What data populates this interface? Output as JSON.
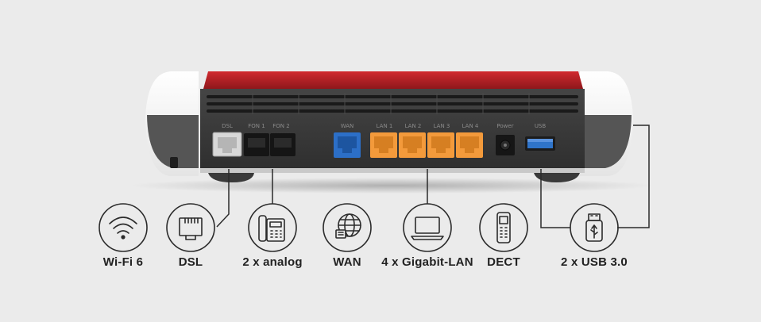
{
  "colors": {
    "background": "#ebebeb",
    "router_red": "#b51f24",
    "router_dark": "#3c3c3c",
    "router_white": "#f7f7f7",
    "wan_port": "#2c6fc7",
    "lan_port": "#f39a3b",
    "usb_port": "#2f74c9",
    "icon_stroke": "#2b2b2b",
    "label_text": "#222222"
  },
  "ports": {
    "dsl": "DSL",
    "fon1": "FON 1",
    "fon2": "FON 2",
    "wan": "WAN",
    "lan1": "LAN 1",
    "lan2": "LAN 2",
    "lan3": "LAN 3",
    "lan4": "LAN 4",
    "power": "Power",
    "usb": "USB"
  },
  "features": [
    {
      "icon": "wifi-icon",
      "label": "Wi-Fi 6"
    },
    {
      "icon": "ethernet-port-icon",
      "label": "DSL"
    },
    {
      "icon": "desk-phone-icon",
      "label": "2 x analog"
    },
    {
      "icon": "globe-network-icon",
      "label": "WAN"
    },
    {
      "icon": "laptop-icon",
      "label": "4 x Gigabit-LAN"
    },
    {
      "icon": "cordless-phone-icon",
      "label": "DECT"
    },
    {
      "icon": "usb-stick-icon",
      "label": "2 x USB 3.0"
    }
  ]
}
